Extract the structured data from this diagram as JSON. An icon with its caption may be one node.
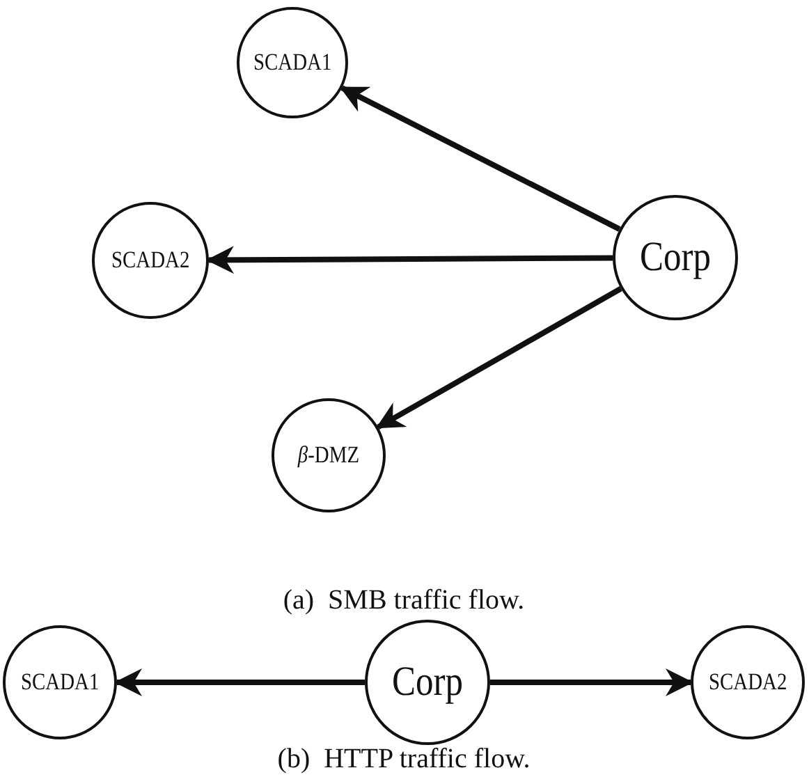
{
  "diagram": {
    "nodes": [
      {
        "text": [
          "SCADA1"
        ]
      },
      {
        "text": [
          "SCADA2"
        ]
      },
      {
        "text": [
          "Corp"
        ]
      },
      {
        "text": [
          "*β*-DMZ"
        ]
      },
      {
        "text": [
          "Corp"
        ]
      },
      {
        "text": [
          "SCADA1"
        ]
      },
      {
        "text": [
          "SCADA2"
        ]
      }
    ],
    "edges": [
      {
        "from": 2,
        "to": 0,
        "arrow": "to"
      },
      {
        "from": 2,
        "to": 1,
        "arrow": "to"
      },
      {
        "from": 2,
        "to": 3,
        "arrow": "to"
      },
      {
        "from": 4,
        "to": 5,
        "arrow": "to"
      },
      {
        "from": 4,
        "to": 6,
        "arrow": "to"
      }
    ],
    "labels": [
      "(a)  SMB traffic flow.",
      "(b)  HTTP traffic flow."
    ]
  }
}
